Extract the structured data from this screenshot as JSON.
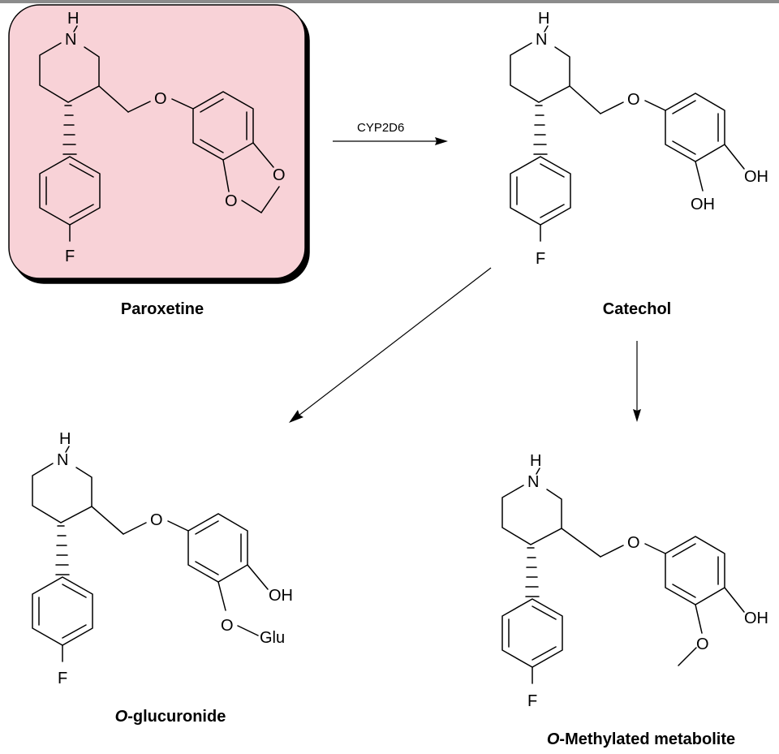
{
  "reaction": {
    "enzyme": "CYP2D6"
  },
  "compounds": {
    "paroxetine": {
      "name": "Paroxetine",
      "highlight_color": "#f8d2d7"
    },
    "catechol": {
      "name": "Catechol"
    },
    "glucuronide": {
      "name_italic": "O",
      "name_rest": "-glucuronide"
    },
    "methylated": {
      "name_italic": "O",
      "name_rest": "-Methylated metabolite"
    }
  },
  "atoms": {
    "nh_h": "H",
    "nh_n": "N",
    "ether_o": "O",
    "fluoro": "F",
    "dioxole_o": "O",
    "hydroxyl": "OH",
    "glu_o": "O",
    "glu": "Glu"
  }
}
